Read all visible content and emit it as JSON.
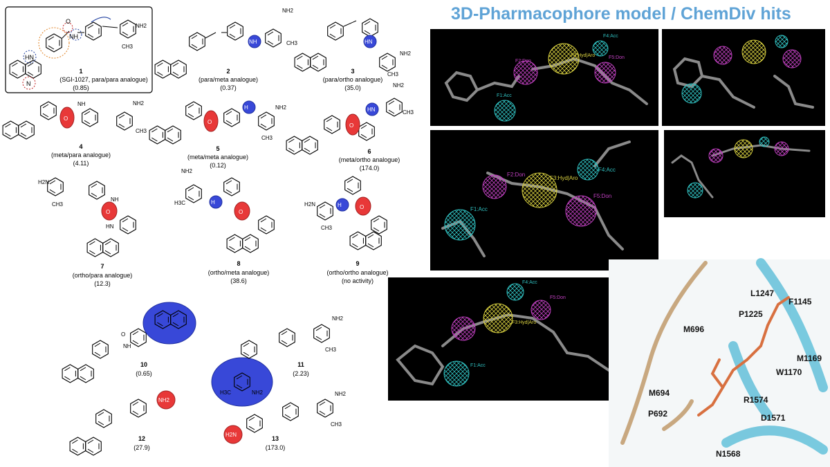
{
  "title": "3D-Pharmacophore model / ChemDiv hits",
  "compounds": [
    {
      "num": "1",
      "desc": "(SGI-1027, para/para analogue)",
      "value": "(0.85)"
    },
    {
      "num": "2",
      "desc": "(para/meta analogue)",
      "value": "(0.37)"
    },
    {
      "num": "3",
      "desc": "(para/ortho analogue)",
      "value": "(35.0)"
    },
    {
      "num": "4",
      "desc": "(meta/para analogue)",
      "value": "(4.11)"
    },
    {
      "num": "5",
      "desc": "(meta/meta analogue)",
      "value": "(0.12)"
    },
    {
      "num": "6",
      "desc": "(meta/ortho analogue)",
      "value": "(174.0)"
    },
    {
      "num": "7",
      "desc": "(ortho/para analogue)",
      "value": "(12.3)"
    },
    {
      "num": "8",
      "desc": "(ortho/meta analogue)",
      "value": "(38.6)"
    },
    {
      "num": "9",
      "desc": "(ortho/ortho analogue)",
      "value": "(no activity)"
    },
    {
      "num": "10",
      "desc": "",
      "value": "(0.65)"
    },
    {
      "num": "11",
      "desc": "",
      "value": "(2.23)"
    },
    {
      "num": "12",
      "desc": "",
      "value": "(27.9)"
    },
    {
      "num": "13",
      "desc": "",
      "value": "(173.0)"
    }
  ],
  "atoms": {
    "hn": "HN",
    "nh": "NH",
    "n": "N",
    "o": "O",
    "nh2": "NH2",
    "h2n": "H2N",
    "h3c": "H3C",
    "ch3": "CH3",
    "h": "H"
  },
  "pharmacophore": {
    "f1": "F1:Acc",
    "f2": "F2:Don",
    "f3": "F3:Hyd|Aro",
    "f4": "F4:Acc",
    "f5": "F5:Don"
  },
  "residues": [
    "L1247",
    "F1145",
    "P1225",
    "M696",
    "M1169",
    "W1170",
    "M694",
    "R1574",
    "D1571",
    "P692",
    "N1568"
  ],
  "colors": {
    "title": "#5fa3d6",
    "donor": "#c040c0",
    "acceptor": "#30c0c0",
    "hydrophobic": "#d8d040",
    "ribbon": "#6cc4dc",
    "ligand": "#d87040",
    "tan": "#c8a880"
  }
}
